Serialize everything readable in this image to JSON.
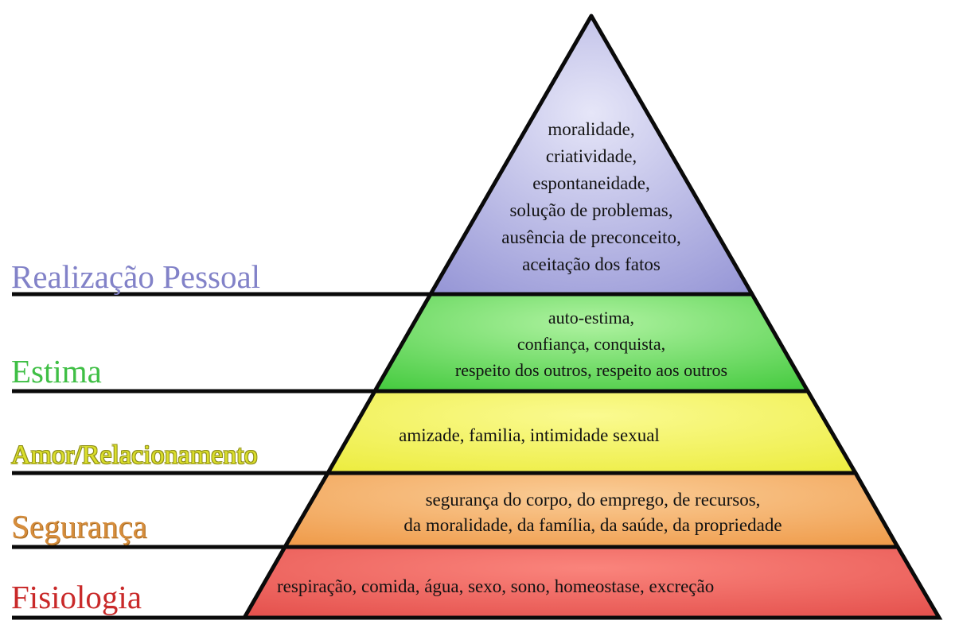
{
  "diagram": {
    "type": "pyramid",
    "background": "#ffffff",
    "outline_color": "#0a0a0a",
    "text_color": "#121212"
  },
  "levels": [
    {
      "id": "realizacao-pessoal",
      "label": "Realização Pessoal",
      "label_color": "#8282c8",
      "items": [
        "moralidade,",
        "criatividade,",
        "espontaneidade,",
        "solução de problemas,",
        "ausência de preconceito,",
        "aceitação dos fatos"
      ],
      "colors": {
        "center": "#e6e6f8",
        "edge": "#9696d6"
      }
    },
    {
      "id": "estima",
      "label": "Estima",
      "label_color": "#3fbf45",
      "items": [
        "auto-estima,",
        "confiança, conquista,",
        "respeito dos outros, respeito aos outros"
      ],
      "colors": {
        "center": "#aef2a0",
        "edge": "#44ca3e"
      }
    },
    {
      "id": "amor-relacionamento",
      "label": "Amor/Relacionamento",
      "label_color": "#dade2b",
      "label_outline_color": "#90901c",
      "items": [
        "amizade, familia, intimidade sexual"
      ],
      "colors": {
        "center": "#fafa90",
        "edge": "#ecec3e"
      }
    },
    {
      "id": "seguranca",
      "label": "Segurança",
      "label_color": "#d68d3c",
      "items": [
        "segurança do corpo, do emprego, de recursos,",
        "da moralidade, da família, da saúde, da propriedade"
      ],
      "colors": {
        "center": "#facc96",
        "edge": "#ef9a48"
      }
    },
    {
      "id": "fisiologia",
      "label": "Fisiologia",
      "label_color": "#c92929",
      "items": [
        "respiração, comida, água, sexo, sono, homeostase, excreção"
      ],
      "colors": {
        "center": "#fa847c",
        "edge": "#e4504c"
      }
    }
  ]
}
